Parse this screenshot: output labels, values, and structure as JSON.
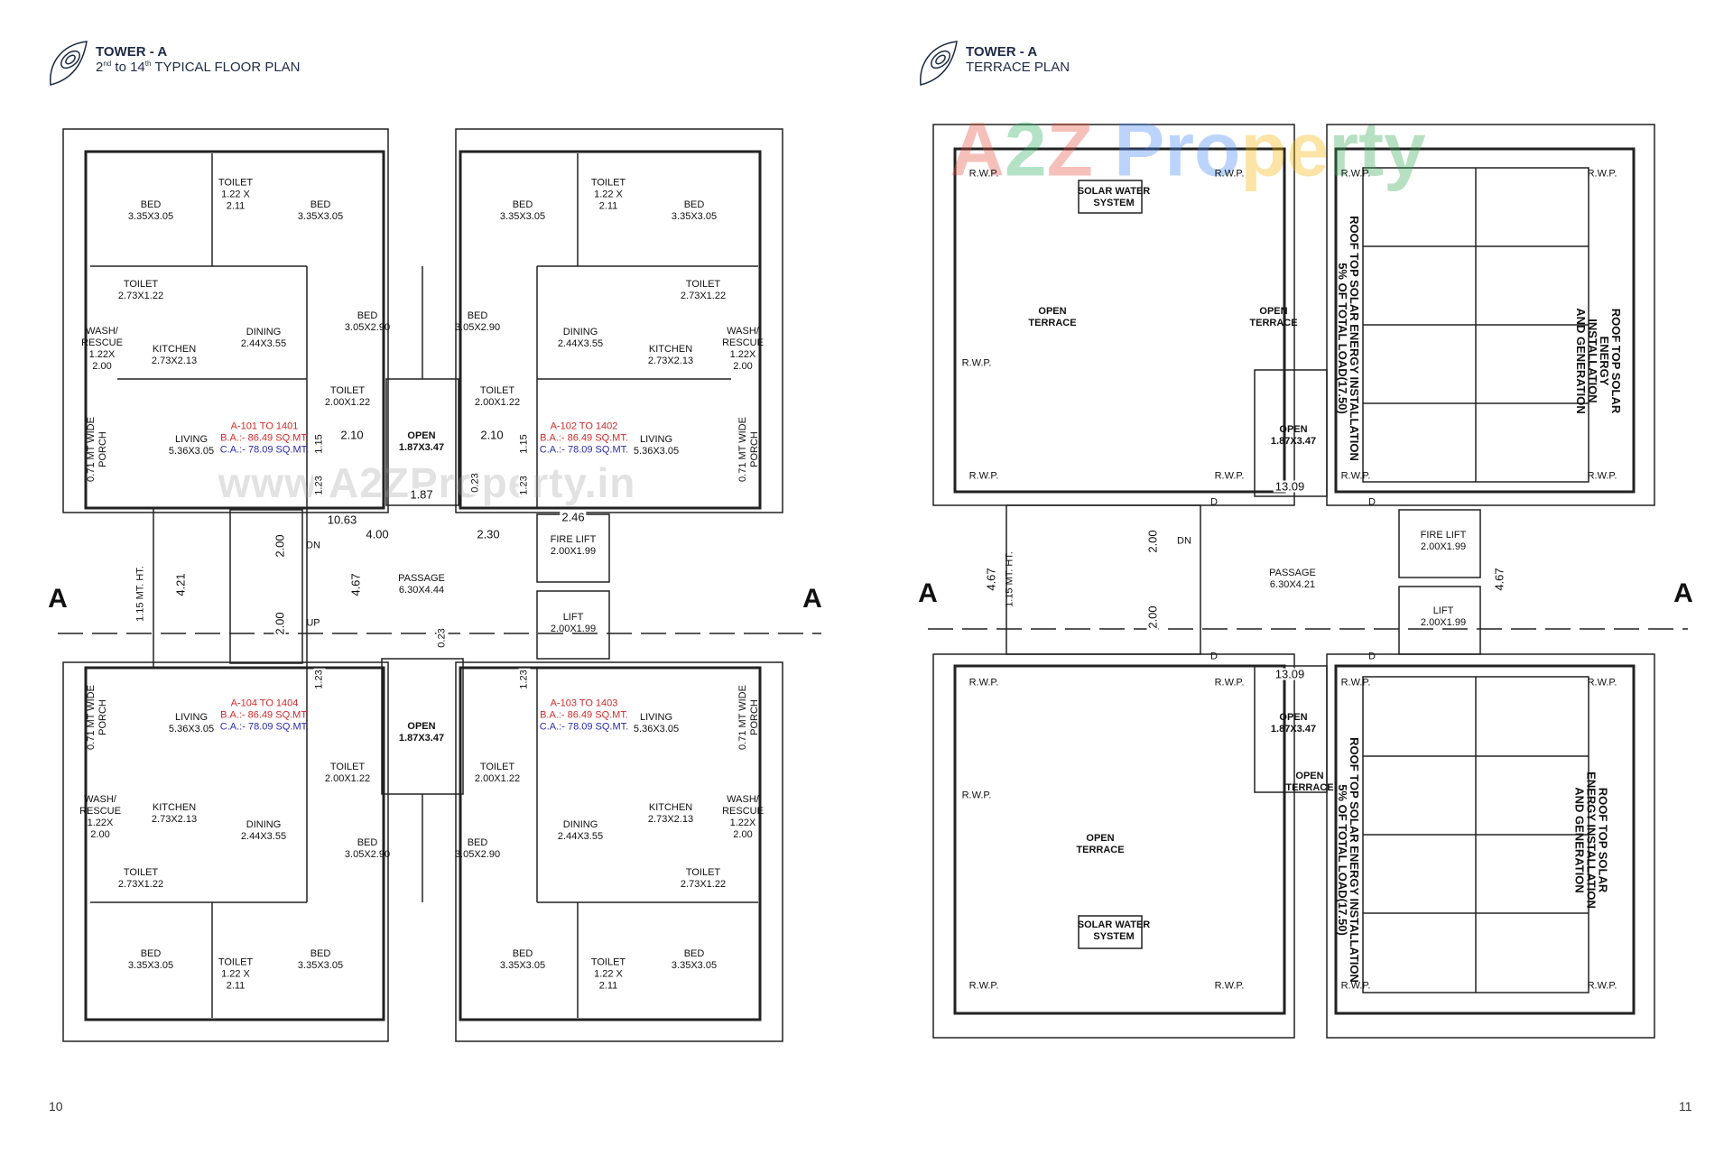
{
  "left": {
    "title": "TOWER  - A",
    "subtitle_parts": [
      "2",
      "nd",
      " to 14",
      "th",
      " TYPICAL FLOOR PLAN"
    ],
    "page_number": "10",
    "watermark": "www.A2ZProperty.in",
    "rooms": {
      "bed_large": "BED\n3.35X3.05",
      "toilet_small": "TOILET\n1.22 X\n2.11",
      "toilet_wide": "TOILET\n2.73X1.22",
      "wash": "WASH/\nRESCUE\n1.22X\n2.00",
      "kitchen": "KITCHEN\n2.73X2.13",
      "dining": "DINING\n2.44X3.55",
      "living": "LIVING\n5.36X3.05",
      "bed_mid": "BED\n3.05X2.90",
      "toilet_core": "TOILET\n2.00X1.22",
      "open": "OPEN\n1.87X3.47",
      "porch": "0.71 MT WIDE\nPORCH",
      "passage": "PASSAGE\n6.30X4.44",
      "fire_lift": "FIRE LIFT\n2.00X1.99",
      "lift": "LIFT\n2.00X1.99",
      "dn": "DN",
      "up": "UP",
      "stair_height": "1.15 MT. HT."
    },
    "units": [
      {
        "name": "A-101 TO 1401",
        "ba": "B.A.:- 86.49 SQ.MT.",
        "ca": "C.A.:- 78.09 SQ.MT."
      },
      {
        "name": "A-102 TO 1402",
        "ba": "B.A.:- 86.49 SQ.MT.",
        "ca": "C.A.:- 78.09 SQ.MT."
      },
      {
        "name": "A-104 TO 1404",
        "ba": "B.A.:- 86.49 SQ.MT.",
        "ca": "C.A.:- 78.09 SQ.MT."
      },
      {
        "name": "A-103 TO 1403",
        "ba": "B.A.:- 86.49 SQ.MT.",
        "ca": "C.A.:- 78.09 SQ.MT."
      }
    ],
    "dimensions": [
      "4.00",
      "2.30",
      "4.67",
      "10.63",
      "2.46",
      "4.21",
      "2.10",
      "1.87",
      "0.23",
      "1.15",
      "1.23",
      "2.00"
    ],
    "section_marker": "A"
  },
  "right": {
    "title": "TOWER  - A",
    "subtitle": "TERRACE PLAN",
    "page_number": "11",
    "watermark": [
      "A",
      "2",
      "Z",
      " P",
      "r",
      "o",
      "p",
      "e",
      "r",
      "t",
      "y"
    ],
    "watermark_colors": [
      "#e74c3c",
      "#27ae60",
      "#e74c3c",
      "#4285f4",
      "#4285f4",
      "#4285f4",
      "#f4b400",
      "#f4b400",
      "#34a853",
      "#34a853",
      "#34a853"
    ],
    "open_terrace": "OPEN\nTERRACE",
    "solar_water": "SOLAR WATER\nSYSTEM",
    "roof_solar_5": "ROOF TOP SOLAR ENERGY INSTALLATION\n5% OF TOTAL LOAD(17.50)",
    "roof_solar_gen": "ROOF TOP SOLAR ENERGY INSTALLATION\nAND GENERATION",
    "open": "OPEN\n1.87X3.47",
    "passage": "PASSAGE\n6.30X4.21",
    "fire_lift": "FIRE LIFT\n2.00X1.99",
    "lift": "LIFT\n2.00X1.99",
    "rwp": "R.W.P.",
    "dim_1309": "13.09",
    "dim_467": "4.67",
    "dim_200": "2.00",
    "stair_height": "1.15 MT. HT.",
    "dn": "DN",
    "door": "D",
    "section_marker": "A"
  }
}
